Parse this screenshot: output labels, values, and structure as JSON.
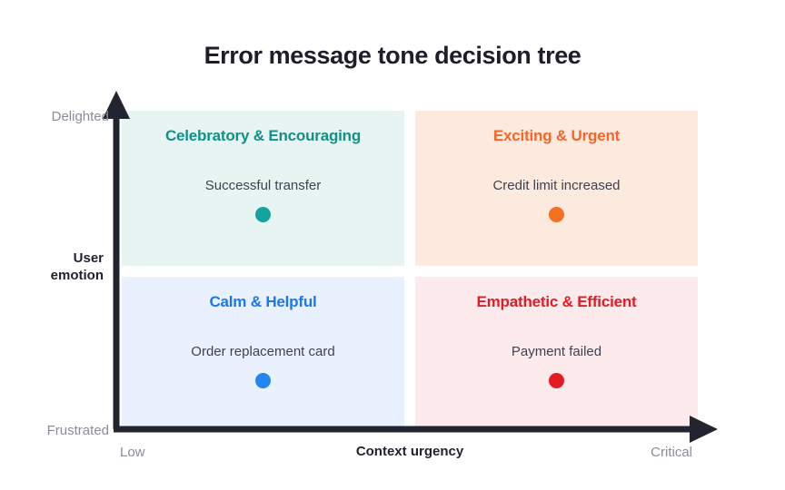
{
  "chart_data": {
    "type": "scatter",
    "title": "Error message tone decision tree",
    "xlabel": "Context urgency",
    "ylabel": "User emotion",
    "x_axis_min_label": "Low",
    "x_axis_max_label": "Critical",
    "y_axis_min_label": "Frustrated",
    "y_axis_max_label": "Delighted",
    "grid": false,
    "legend": "none",
    "quadrants": [
      {
        "id": "top-left",
        "title": "Celebratory & Encouraging",
        "example": "Successful transfer",
        "x_band": "Low",
        "y_band": "Delighted",
        "title_color": "#0f9189",
        "dot_color": "#15a3a0",
        "background_color": "#e7f4f1"
      },
      {
        "id": "top-right",
        "title": "Exciting & Urgent",
        "example": "Credit limit increased",
        "x_band": "Critical",
        "y_band": "Delighted",
        "title_color": "#f4662a",
        "dot_color": "#f4711f",
        "background_color": "#fdeade"
      },
      {
        "id": "bottom-left",
        "title": "Calm & Helpful",
        "example": "Order replacement card",
        "x_band": "Low",
        "y_band": "Frustrated",
        "title_color": "#1a78ef",
        "dot_color": "#2285f0",
        "background_color": "#e8f1fd"
      },
      {
        "id": "bottom-right",
        "title": "Empathetic & Efficient",
        "example": "Payment failed",
        "x_band": "Critical",
        "y_band": "Frustrated",
        "title_color": "#e31b23",
        "dot_color": "#e31b23",
        "background_color": "#fdeaec"
      }
    ],
    "points": [
      {
        "label": "Successful transfer",
        "quadrant": "top-left",
        "color": "#15a3a0"
      },
      {
        "label": "Credit limit increased",
        "quadrant": "top-right",
        "color": "#f4711f"
      },
      {
        "label": "Order replacement card",
        "quadrant": "bottom-left",
        "color": "#2285f0"
      },
      {
        "label": "Payment failed",
        "quadrant": "bottom-right",
        "color": "#e31b23"
      }
    ]
  },
  "colors": {
    "title_text": "#1c1e2b",
    "axis_line": "#22242f",
    "axis_end_label_text": "#8a8d99",
    "axis_name_text": "#1f2230",
    "example_text": "#3e4250",
    "page_background": "#ffffff"
  }
}
